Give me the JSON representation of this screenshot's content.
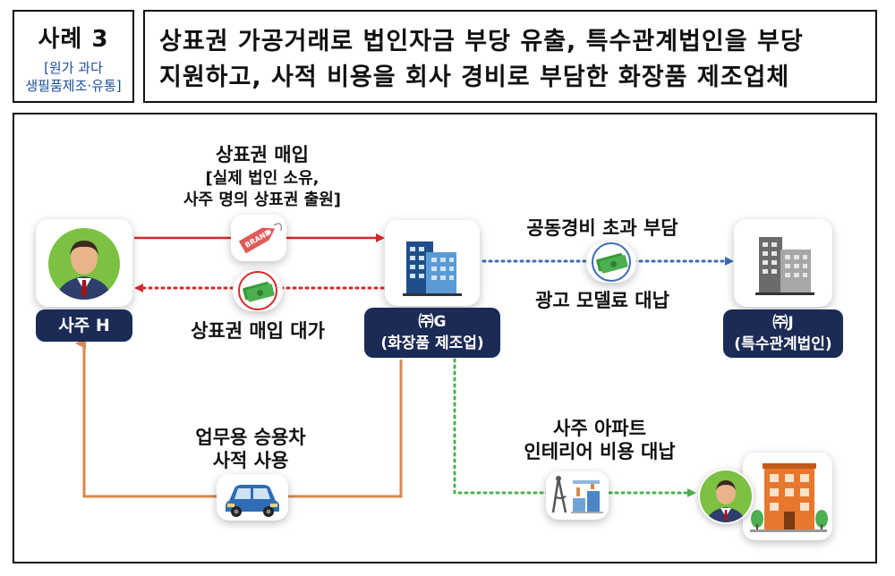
{
  "case": {
    "title": "사례 3",
    "sub_line1": "[원가 과다",
    "sub_line2": "생필품제조·유통]"
  },
  "headline": {
    "line1": "상표권 가공거래로 법인자금 부당 유출, 특수관계법인을 부당",
    "line2": "지원하고, 사적 비용을 회사 경비로 부담한 화장품 제조업체"
  },
  "nodes": {
    "owner": {
      "label": "사주 H",
      "icon": "businessman-avatar-icon"
    },
    "company_g": {
      "label_line1": "㈜G",
      "label_line2": "(화장품 제조업)",
      "icon": "office-building-icon"
    },
    "company_j": {
      "label_line1": "㈜J",
      "label_line2": "(특수관계법인)",
      "icon": "office-building-icon"
    },
    "apartment": {
      "icons": [
        "businessman-avatar-icon",
        "apartment-building-icon"
      ]
    }
  },
  "flows": {
    "trademark_purchase": {
      "line1": "상표권 매입",
      "line2": "[실제 법인 소유,",
      "line3": "사주 명의 상표권 출원]",
      "icon": "brand-tag-icon",
      "color": "#d62828"
    },
    "trademark_payment": {
      "label": "상표권 매입 대가",
      "icon": "money-icon",
      "color": "#d62828"
    },
    "joint_expense": {
      "label": "공동경비 초과 부담",
      "icon": "money-icon",
      "color": "#3d6bb3"
    },
    "ad_model_fee": {
      "label": "광고 모델료 대납"
    },
    "car": {
      "line1": "업무용 승용차",
      "line2": "사적 사용",
      "icon": "car-icon",
      "color": "#d9874a"
    },
    "interior": {
      "line1": "사주 아파트",
      "line2": "인테리어 비용 대납",
      "icon": "interior-tools-icon",
      "color": "#4caf50"
    }
  }
}
